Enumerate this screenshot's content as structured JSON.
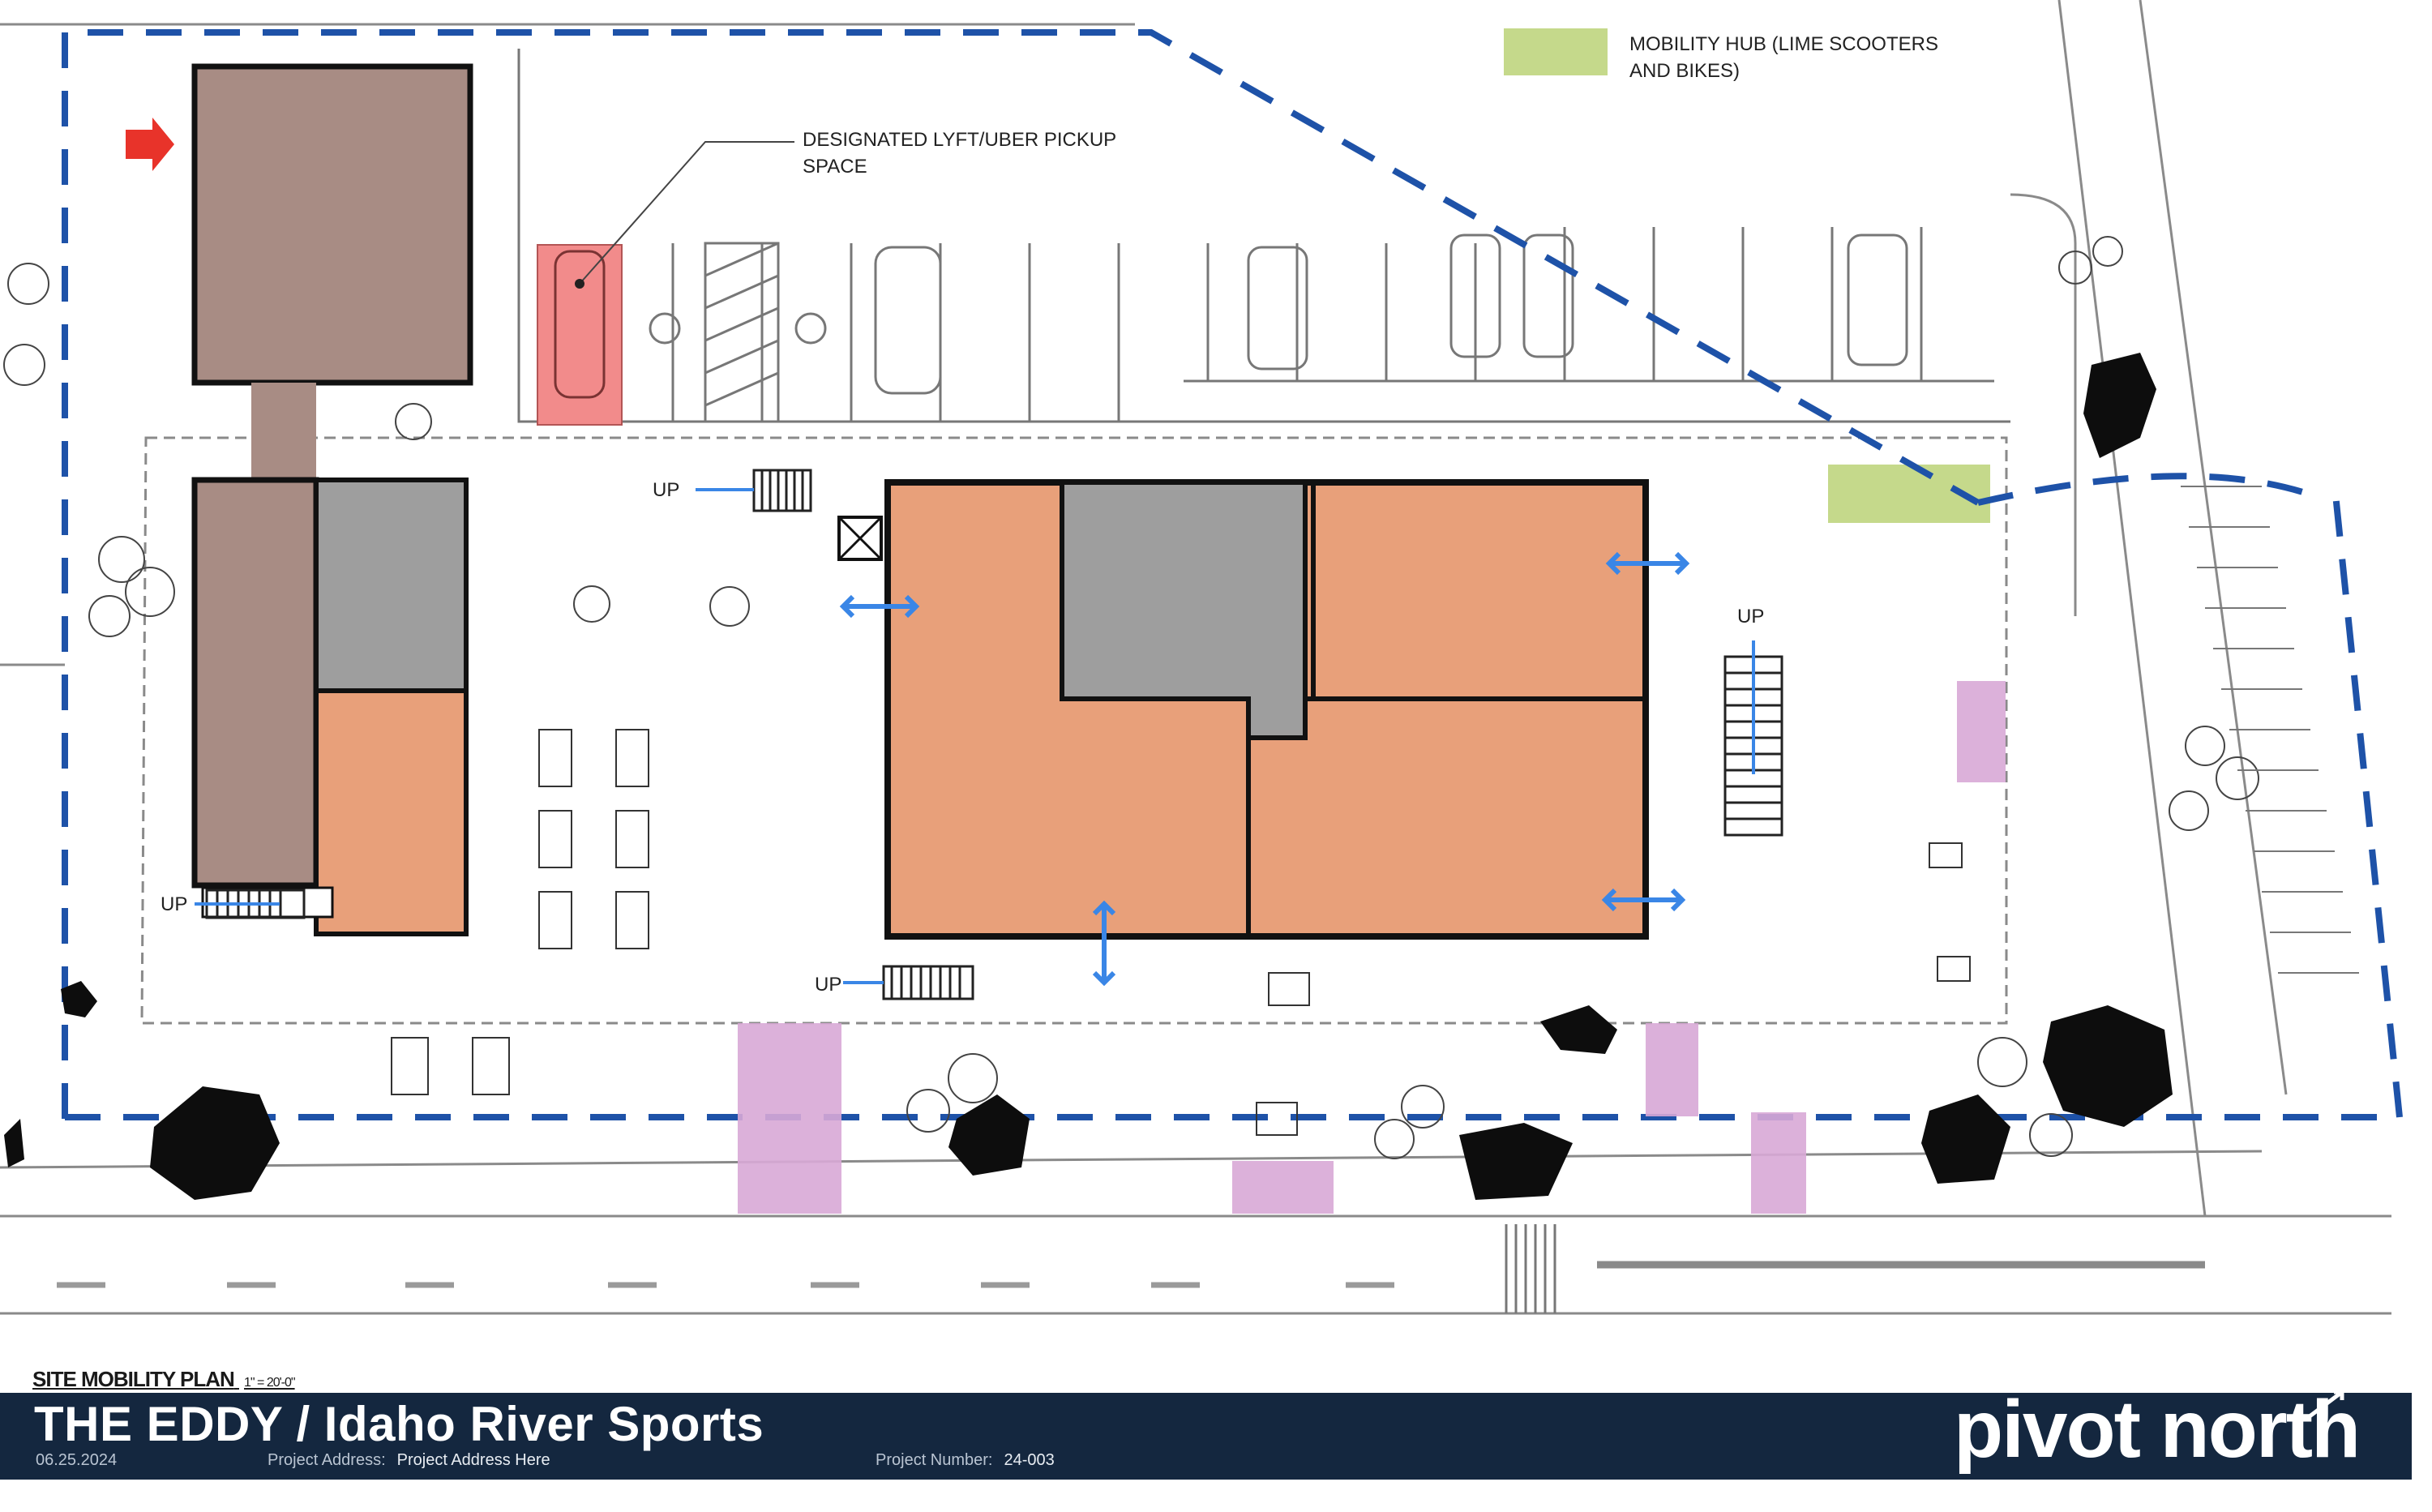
{
  "annotations": {
    "mobility_hub": [
      "MOBILITY HUB (LIME SCOOTERS",
      "AND BIKES)"
    ],
    "pickup": [
      "DESIGNATED LYFT/UBER PICKUP",
      "SPACE"
    ],
    "stair_up": "UP"
  },
  "colors": {
    "existing_building": "#a88c84",
    "retail_space": "#e8a07a",
    "service_core": "#9e9e9e",
    "pickup_zone": "#f28b8b",
    "mobility_hub": "#c5d98b",
    "bike_parking": "#d8a8d6",
    "property_line": "#1e52a8",
    "access_arrow": "#3a86e6",
    "entry_arrow": "#e8332a",
    "title_block": "#14273f"
  },
  "title_block": {
    "sheet_name": "SITE MOBILITY PLAN",
    "scale": "1\" = 20'-0\"",
    "project_title": "THE EDDY / Idaho River Sports",
    "date": "06.25.2024",
    "address_label": "Project Address:",
    "address_value": "Project Address Here",
    "number_label": "Project Number:",
    "number_value": "24-003",
    "brand": "pivot north"
  }
}
